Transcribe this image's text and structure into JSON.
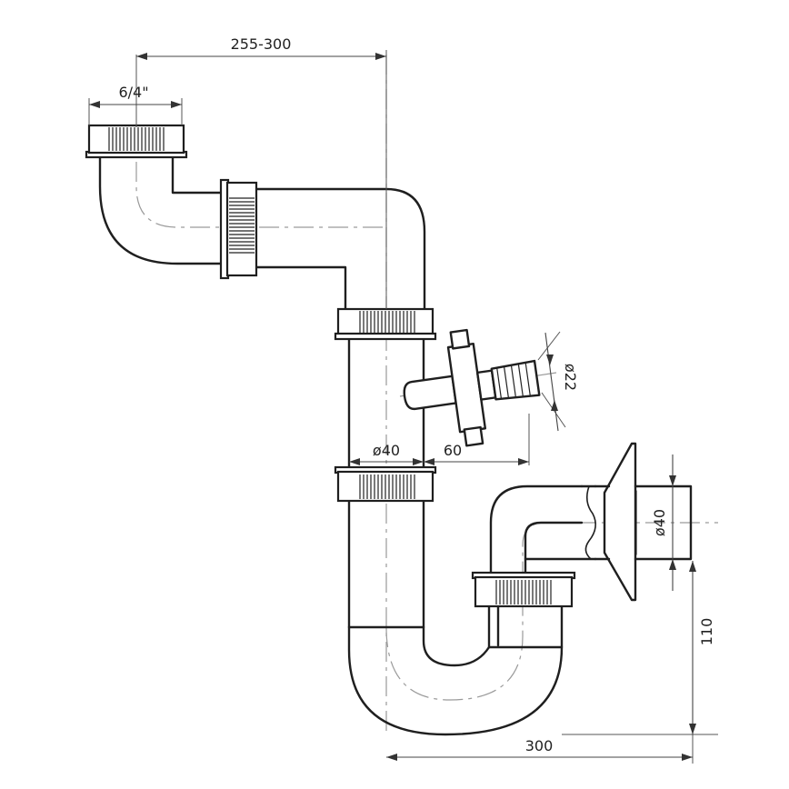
{
  "dimensions": {
    "top_width": "255-300",
    "inlet_thread": "6/4\"",
    "hose_diameter": "ø22",
    "pipe_diameter": "ø40",
    "hose_offset": "60",
    "outlet_diameter": "ø40",
    "outlet_height": "110",
    "bottom_width": "300"
  },
  "colors": {
    "line": "#1f1f1f",
    "centerline": "#9a9a9a"
  }
}
